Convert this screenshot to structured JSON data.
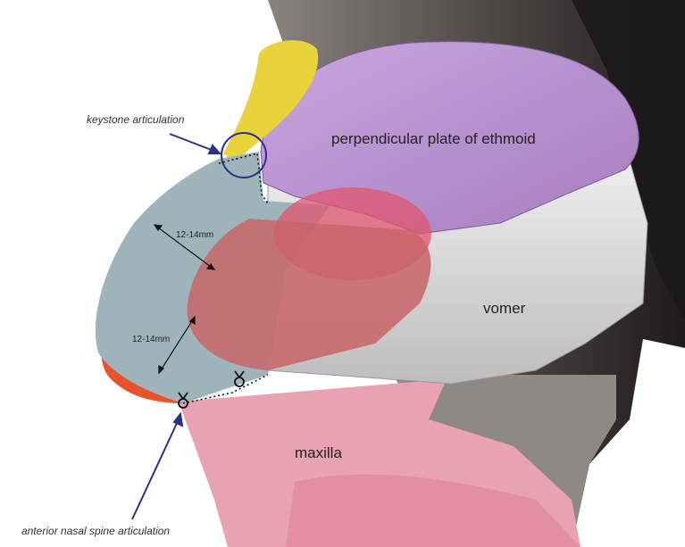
{
  "labels": {
    "keystone": "keystone articulation",
    "ethmoid": "perpendicular plate of ethmoid",
    "vomer": "vomer",
    "maxilla": "maxilla",
    "spine": "anterior nasal spine articulation",
    "measure_upper": "12-14mm",
    "measure_lower": "12-14mm"
  },
  "colors": {
    "background_tissue": "#5e5a57",
    "skin": "#d8d5d2",
    "nasal_bone": "#e4d23a",
    "ethmoid": "#b48fcc",
    "vomer": "#d9d9d9",
    "septal_cartilage": "#9bb0b8",
    "cartilage_rim": "#e9532c",
    "overlay_region": "#c66a6e",
    "maxilla": "#e29aaa",
    "arrow": "#2e2f8a",
    "keystone_circle": "#2e2f8a"
  }
}
